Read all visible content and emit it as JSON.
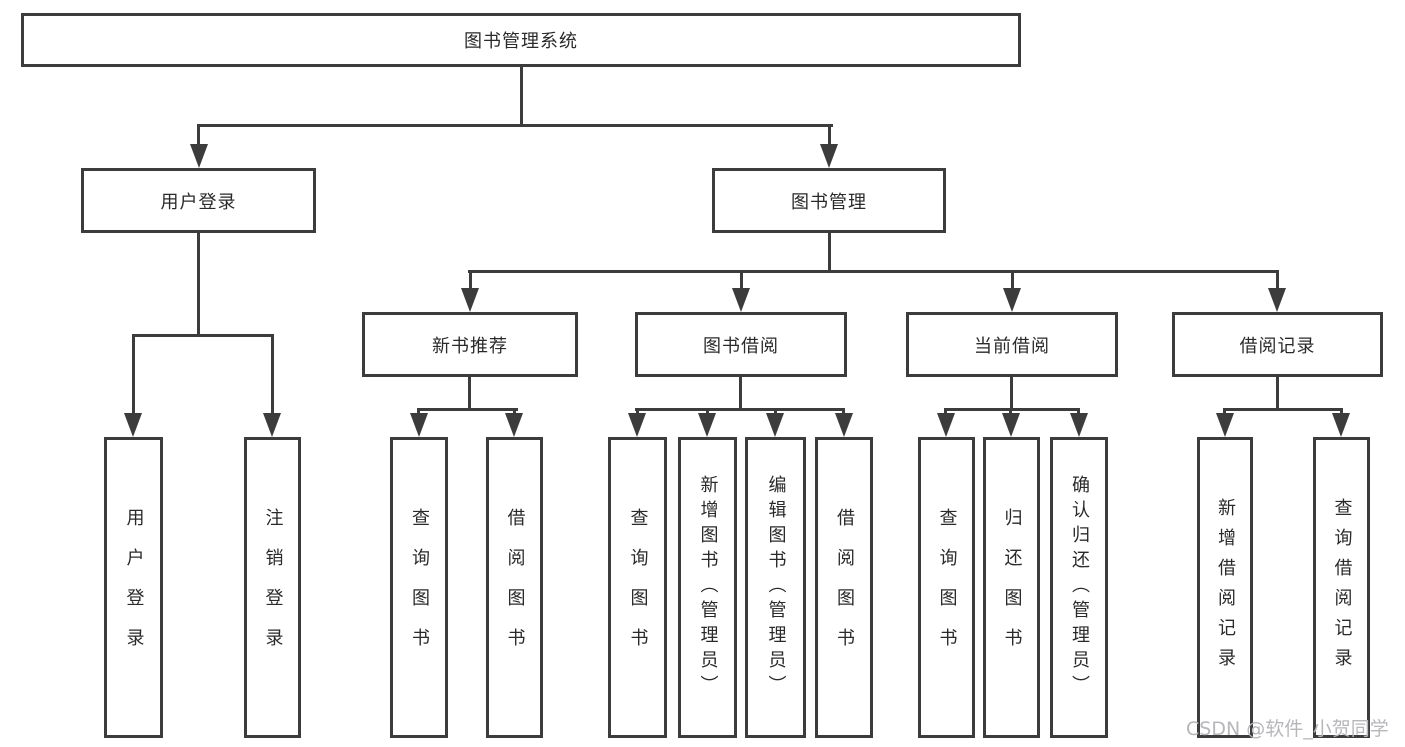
{
  "nodes": {
    "root": "图书管理系统",
    "level2": [
      {
        "label": "用户登录"
      },
      {
        "label": "图书管理"
      }
    ],
    "level3": [
      {
        "label": "新书推荐"
      },
      {
        "label": "图书借阅"
      },
      {
        "label": "当前借阅"
      },
      {
        "label": "借阅记录"
      }
    ]
  },
  "leaves": {
    "login": [
      "用户登录",
      "注销登录"
    ],
    "new_books": [
      "查询图书",
      "借阅图书"
    ],
    "book_borrow": [
      "查询图书",
      "新增图书（管理员）",
      "编辑图书（管理员）",
      "借阅图书"
    ],
    "current_borrow": [
      "查询图书",
      "归还图书",
      "确认归还（管理员）"
    ],
    "borrow_records": [
      "新增借阅记录",
      "查询借阅记录"
    ]
  },
  "watermark": {
    "text": "CSDN @软件_小贺同学"
  },
  "colors": {
    "line": "#3c3c3c",
    "text": "#2a2a2a",
    "background": "#ffffff",
    "watermark": "#b7b7bb"
  }
}
